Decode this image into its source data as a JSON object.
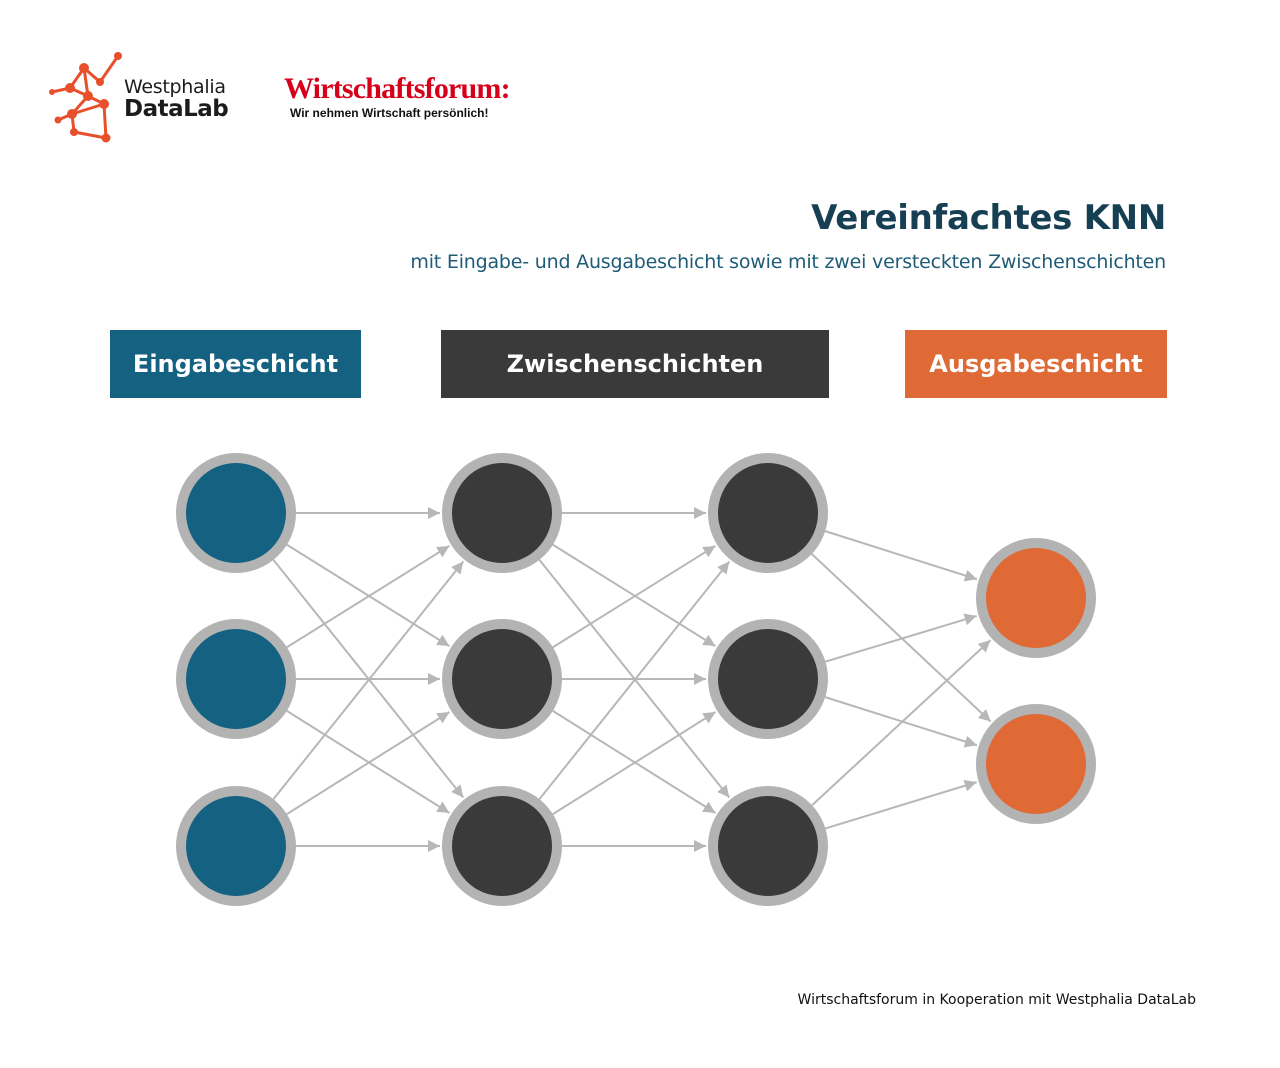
{
  "logos": {
    "westphalia_datalab": {
      "line1": "Westphalia",
      "line2": "DataLab",
      "icon": "network-molecule-icon",
      "color": "#e8502c"
    },
    "wirtschaftsforum": {
      "title": "Wirtschaftsforum:",
      "tagline": "Wir nehmen Wirtschaft persönlich!",
      "color": "#d7001b"
    }
  },
  "heading": {
    "title": "Vereinfachtes KNN",
    "subtitle": "mit Eingabe- und Ausgabeschicht sowie mit zwei versteckten Zwischenschichten"
  },
  "layer_labels": {
    "input": "Eingabeschicht",
    "hidden": "Zwischenschichten",
    "output": "Ausgabeschicht"
  },
  "network": {
    "layers": [
      {
        "name": "input",
        "nodes": 3,
        "color": "#156182"
      },
      {
        "name": "hidden-1",
        "nodes": 3,
        "color": "#3a3a3a"
      },
      {
        "name": "hidden-2",
        "nodes": 3,
        "color": "#3a3a3a"
      },
      {
        "name": "output",
        "nodes": 2,
        "color": "#e06a35"
      }
    ],
    "ring_color": "#b3b3b3",
    "edge_color": "#b7b7b7",
    "connections": "fully-connected"
  },
  "footer": "Wirtschaftsforum in Kooperation mit Westphalia DataLab"
}
